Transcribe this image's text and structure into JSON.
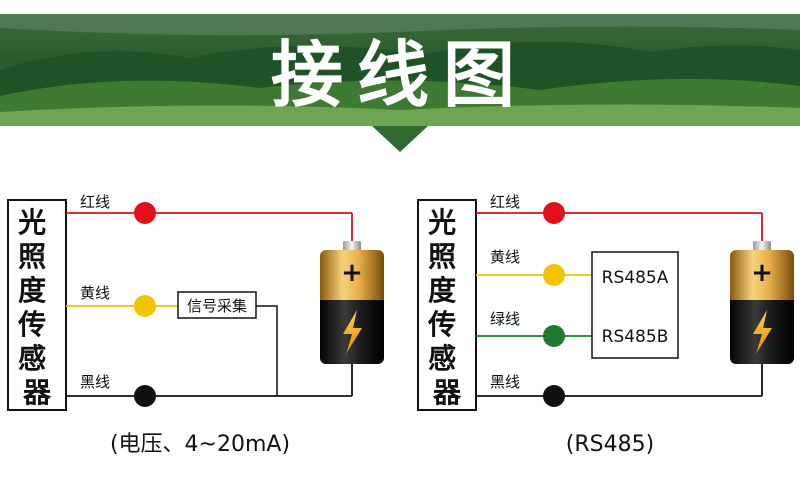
{
  "banner": {
    "title": "接线图"
  },
  "colors": {
    "red": "#e3101b",
    "yellow": "#f2c500",
    "green": "#1e7a2e",
    "black": "#111111",
    "banner_dark": "#123f1f",
    "banner_light": "#5c9a4a"
  },
  "left_diagram": {
    "sensor_label": "光照度传感器",
    "wire_red": "红线",
    "wire_yellow": "黄线",
    "wire_black": "黑线",
    "signal_box": "信号采集",
    "caption": "(电压、4~20mA)"
  },
  "right_diagram": {
    "sensor_label": "光照度传感器",
    "wire_red": "红线",
    "wire_yellow": "黄线",
    "wire_green": "绿线",
    "wire_black": "黑线",
    "rs485a": "RS485A",
    "rs485b": "RS485B",
    "caption": "(RS485)"
  },
  "battery": {
    "plus_symbol": "+",
    "bolt_icon": "lightning-bolt-icon"
  }
}
